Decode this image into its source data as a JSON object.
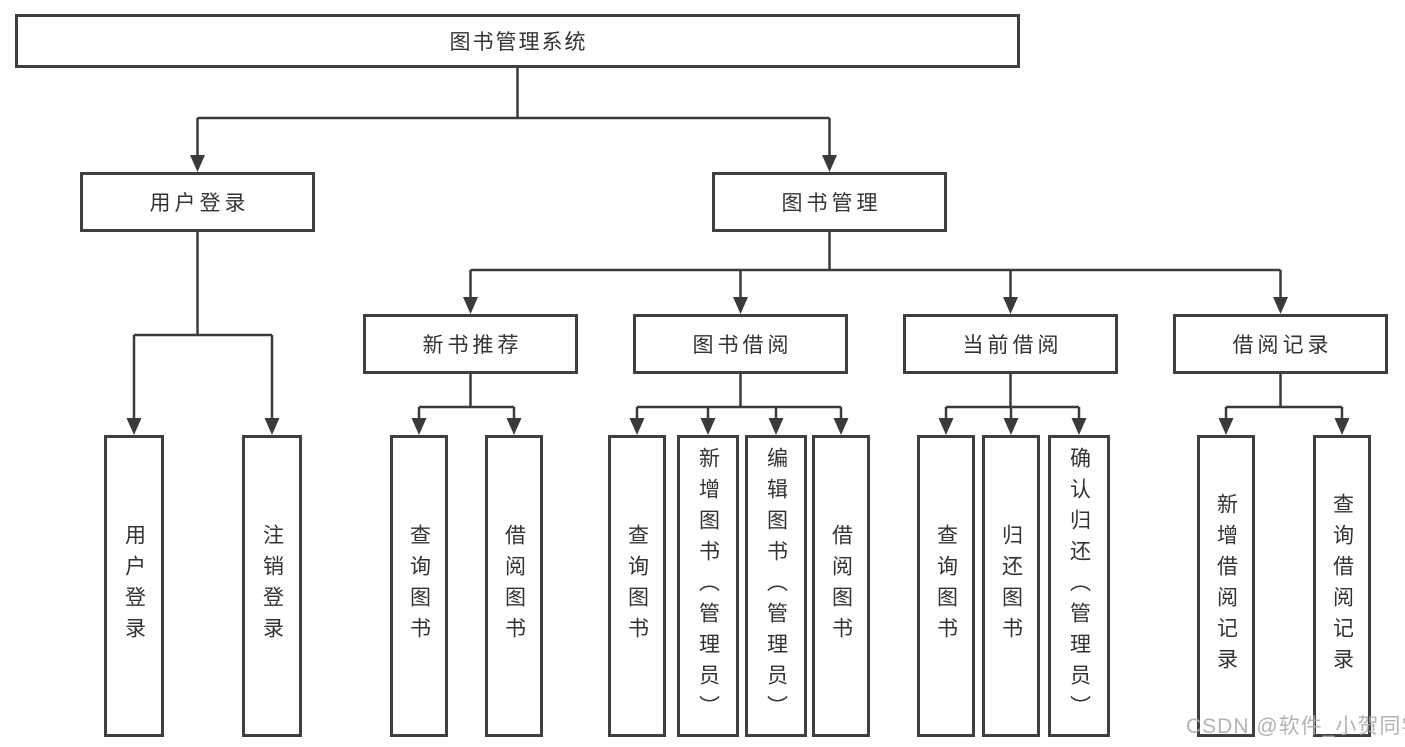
{
  "tree": {
    "root": "图书管理系统",
    "level2": [
      "用户登录",
      "图书管理"
    ],
    "user_login_children": [
      "用户登录",
      "注销登录"
    ],
    "book_mgmt_children": [
      "新书推荐",
      "图书借阅",
      "当前借阅",
      "借阅记录"
    ],
    "new_book_children": [
      "查询图书",
      "借阅图书"
    ],
    "borrow_children": [
      "查询图书",
      "新增图书（管理员）",
      "编辑图书（管理员）",
      "借阅图书"
    ],
    "current_children": [
      "查询图书",
      "归还图书",
      "确认归还（管理员）"
    ],
    "record_children": [
      "新增借阅记录",
      "查询借阅记录"
    ]
  },
  "watermark": {
    "text": "CSDN @软件_小贺同学"
  },
  "colors": {
    "line": "#3a3a3a",
    "border": "#3f3f3f",
    "text": "#333333",
    "watermark": "#ababab",
    "background": "#ffffff"
  }
}
